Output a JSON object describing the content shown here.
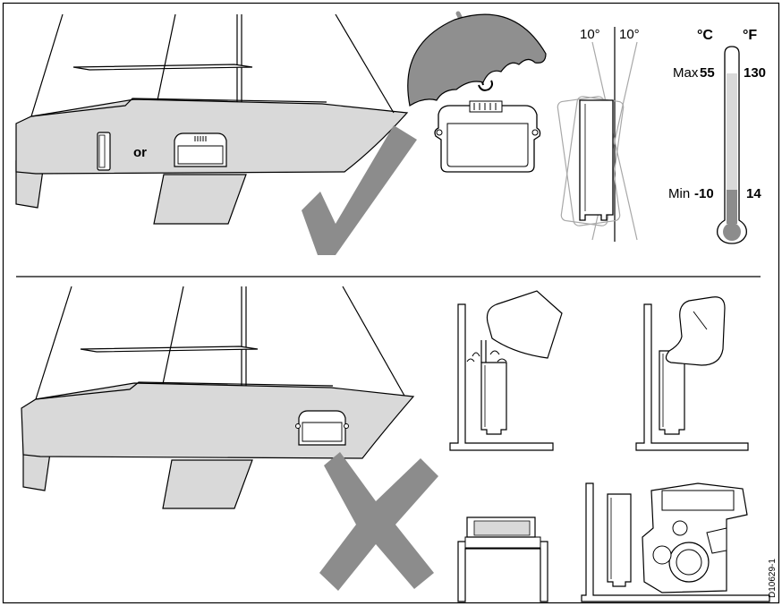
{
  "labels": {
    "or": "or",
    "tilt_left": "10°",
    "tilt_right": "10°",
    "unit_c": "°C",
    "unit_f": "°F",
    "max_label": "Max",
    "max_c": "55",
    "max_f": "130",
    "min_label": "Min",
    "min_c": "-10",
    "min_f": "14",
    "figure_id": "D10629-1"
  },
  "colors": {
    "fill_grey": "#d9d9d9",
    "mark_grey": "#8c8c8c",
    "umbrella_grey": "#8f8f8f",
    "line": "#000000",
    "light_line": "#a8a8a8"
  },
  "icons": {
    "correct": "check-mark-icon",
    "incorrect": "cross-mark-icon",
    "shelter": "umbrella-icon",
    "temperature": "thermometer-icon",
    "water": "water-jug-icon",
    "foot": "boot-icon",
    "engine": "engine-icon"
  }
}
